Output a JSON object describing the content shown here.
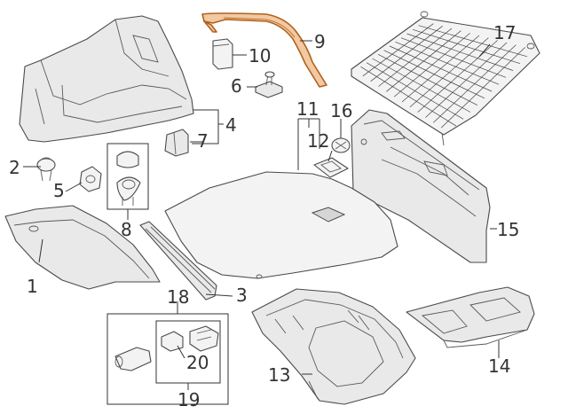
{
  "callouts": {
    "c1": "1",
    "c2": "2",
    "c3": "3",
    "c4": "4",
    "c5": "5",
    "c6": "6",
    "c7": "7",
    "c8": "8",
    "c9": "9",
    "c10": "10",
    "c11": "11",
    "c12": "12",
    "c13": "13",
    "c14": "14",
    "c15": "15",
    "c16": "16",
    "c17": "17",
    "c18": "18",
    "c19": "19",
    "c20": "20"
  },
  "colors": {
    "highlight_part": "#f2c9a0",
    "highlight_outline": "#b0601e",
    "part_fill": "#e9e9e9",
    "line": "#333333"
  }
}
